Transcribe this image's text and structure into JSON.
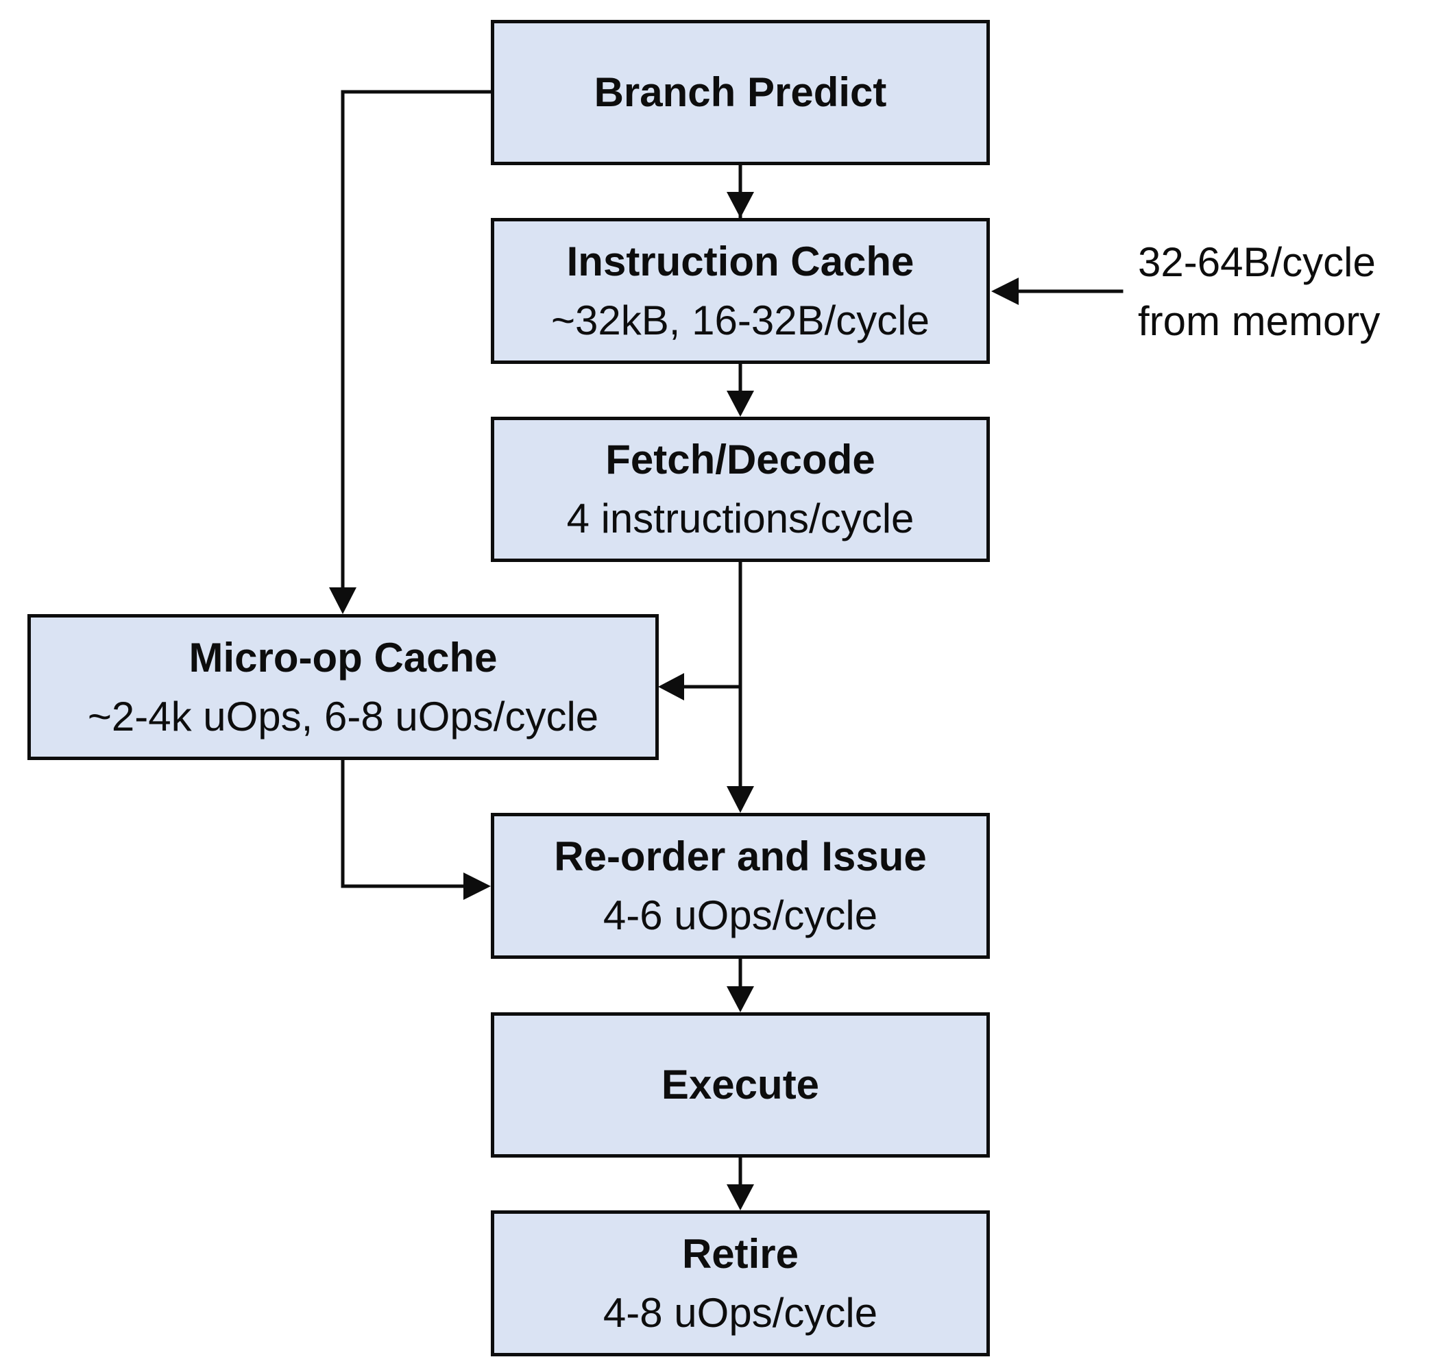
{
  "diagram": {
    "colors": {
      "box_fill": "#dae3f3",
      "box_border": "#0d0d0d",
      "arrow": "#0d0d0d",
      "text": "#0d0d0d"
    },
    "blocks": {
      "branch_predict": {
        "title": "Branch Predict"
      },
      "instruction_cache": {
        "title": "Instruction Cache",
        "detail": "~32kB, 16-32B/cycle"
      },
      "fetch_decode": {
        "title": "Fetch/Decode",
        "detail": "4 instructions/cycle"
      },
      "micro_op_cache": {
        "title": "Micro-op Cache",
        "detail": "~2-4k uOps, 6-8 uOps/cycle"
      },
      "reorder_issue": {
        "title": "Re-order and Issue",
        "detail": "4-6 uOps/cycle"
      },
      "execute": {
        "title": "Execute"
      },
      "retire": {
        "title": "Retire",
        "detail": "4-8 uOps/cycle"
      }
    },
    "memory_input": {
      "line1": "32-64B/cycle",
      "line2": "from memory"
    },
    "connections": [
      {
        "from": "branch_predict",
        "to": "instruction_cache"
      },
      {
        "from": "branch_predict",
        "to": "micro_op_cache"
      },
      {
        "from": "memory_input",
        "to": "instruction_cache"
      },
      {
        "from": "instruction_cache",
        "to": "fetch_decode"
      },
      {
        "from": "fetch_decode",
        "to": "micro_op_cache"
      },
      {
        "from": "fetch_decode",
        "to": "reorder_issue"
      },
      {
        "from": "micro_op_cache",
        "to": "reorder_issue"
      },
      {
        "from": "reorder_issue",
        "to": "execute"
      },
      {
        "from": "execute",
        "to": "retire"
      }
    ]
  }
}
